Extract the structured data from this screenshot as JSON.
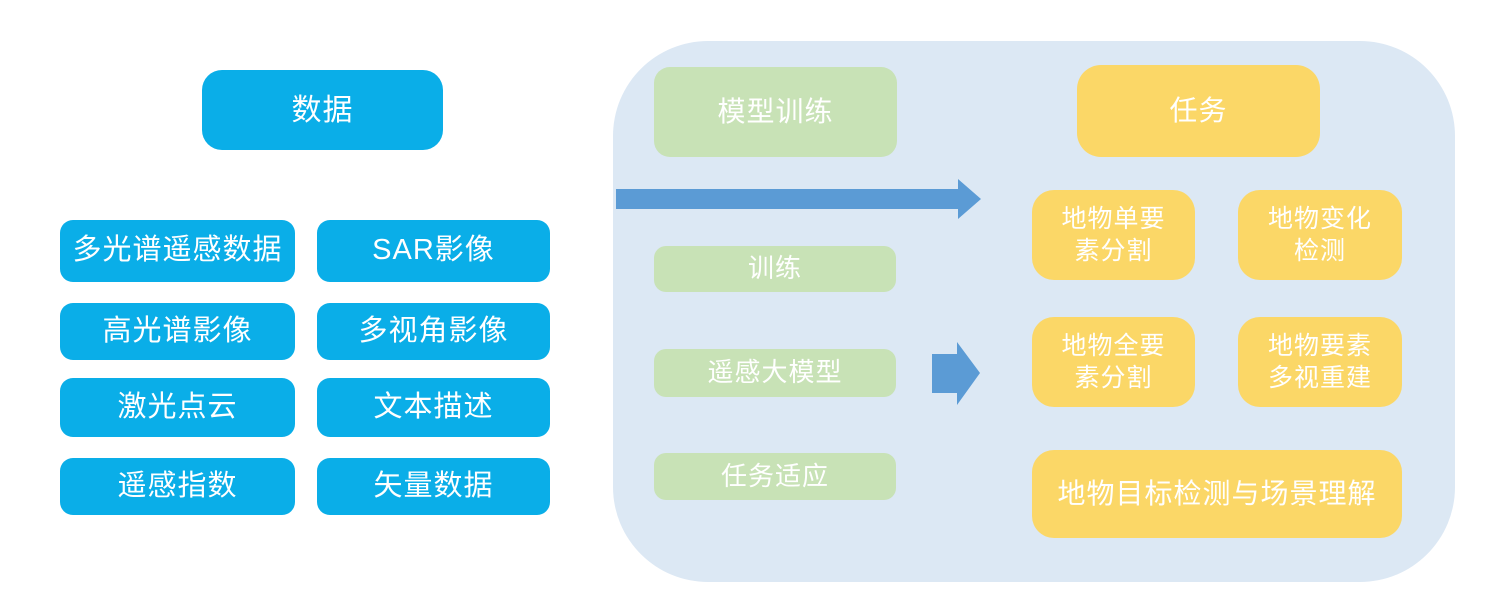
{
  "colors": {
    "blue": "#0aaee8",
    "green": "#c8e2b6",
    "yellow": "#fbd767",
    "panel_bg": "#dce8f4",
    "arrow": "#5b9bd5",
    "text": "#ffffff"
  },
  "left": {
    "header": {
      "label": "数据"
    },
    "items": [
      {
        "label": "多光谱遥感数据"
      },
      {
        "label": "SAR影像"
      },
      {
        "label": "高光谱影像"
      },
      {
        "label": "多视角影像"
      },
      {
        "label": "激光点云"
      },
      {
        "label": "文本描述"
      },
      {
        "label": "遥感指数"
      },
      {
        "label": "矢量数据"
      }
    ]
  },
  "panel": {
    "training": {
      "header": {
        "label": "模型训练"
      },
      "steps": [
        {
          "label": "训练"
        },
        {
          "label": "遥感大模型"
        },
        {
          "label": "任务适应"
        }
      ]
    },
    "tasks": {
      "header": {
        "label": "任务"
      },
      "items": [
        {
          "label": "地物单要\n素分割"
        },
        {
          "label": "地物变化\n检测"
        },
        {
          "label": "地物全要\n素分割"
        },
        {
          "label": "地物要素\n多视重建"
        }
      ],
      "wide": {
        "label": "地物目标检测与场景理解"
      }
    }
  }
}
